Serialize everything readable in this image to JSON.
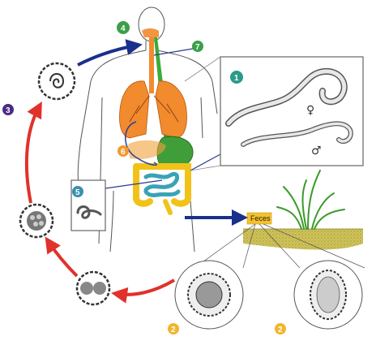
{
  "colors": {
    "arrow_red": "#e0322b",
    "arrow_blue": "#1b2f8c",
    "line_blue": "#2a3d96",
    "lung": "#f28a2e",
    "trachea": "#3daa3a",
    "stomach": "#3f9e3a",
    "intestine_small": "#f2c218",
    "intestine_large": "#3aa3b5",
    "soil": "#cfc35a",
    "feces_label_bg": "#f5c12b",
    "badge_green": "#3c9f4a",
    "badge_teal": "#2a9a8a",
    "badge_orange": "#f29a2e",
    "badge_purple": "#4b2a83",
    "badge_yellow": "#f2b52a",
    "badge_blue": "#3b8fb0"
  },
  "badges": {
    "b1": "1",
    "b2a": "2",
    "b2b": "2",
    "b3": "3",
    "b4": "4",
    "b5": "5",
    "b6": "6",
    "b7": "7"
  },
  "labels": {
    "feces": "Feces",
    "female": "♀",
    "male": "♂"
  },
  "icons": {
    "egg": "ascaris-egg-icon",
    "worm": "adult-worm-icon",
    "larva": "larva-icon",
    "grass": "grass-icon",
    "human": "human-body-icon"
  }
}
